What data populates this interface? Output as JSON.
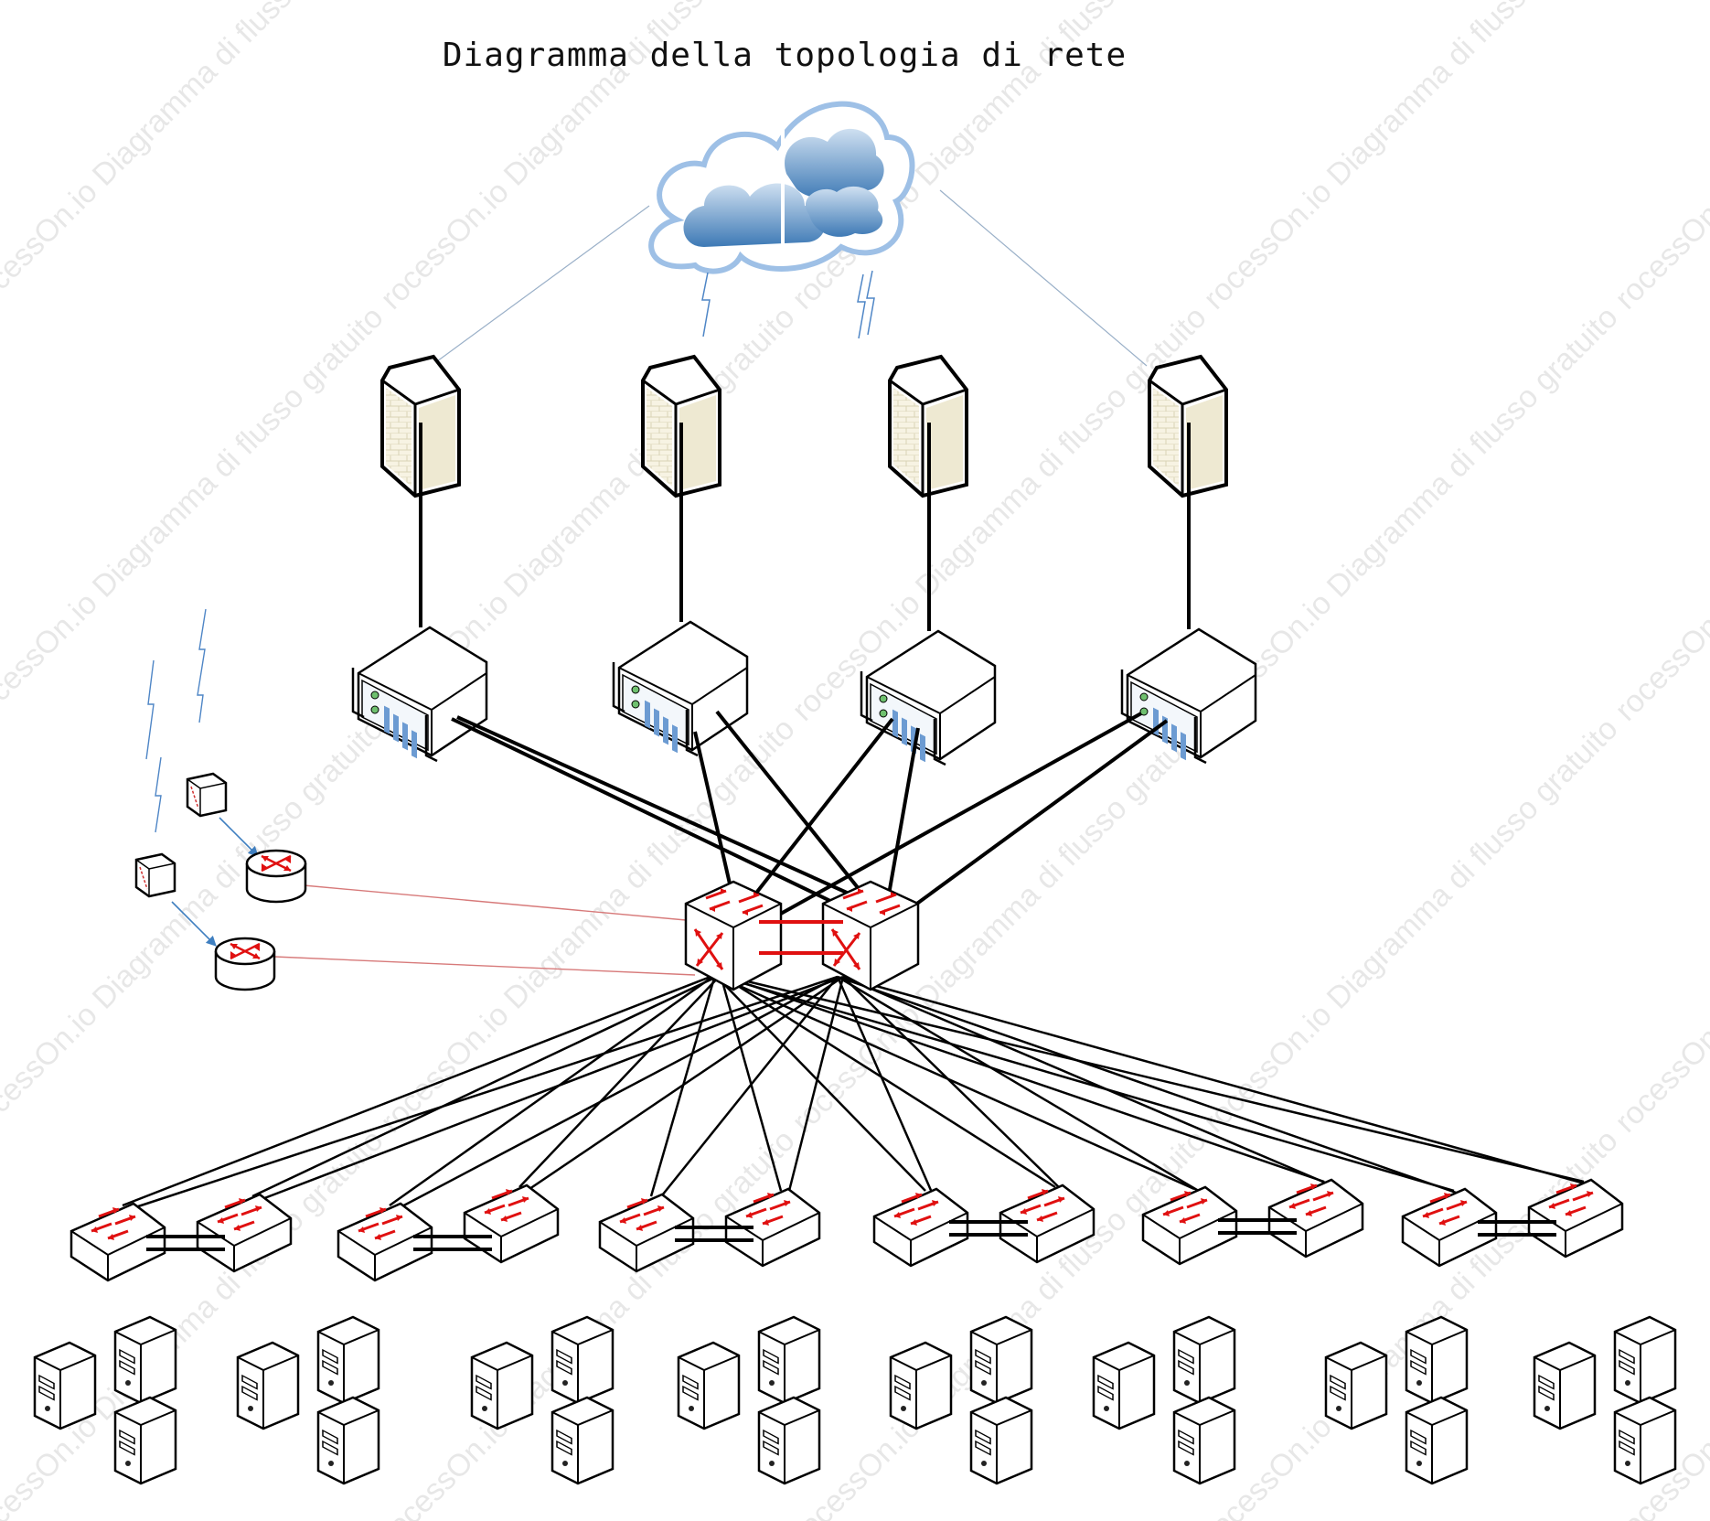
{
  "title": "Diagramma della topologia di rete",
  "watermark": "rocessOn.io Diagramma di flusso gratuito",
  "colors": {
    "cloud": "#5b8fc4",
    "firewall_fill": "#f7f3e3",
    "uplink_line": "#000000",
    "router_link": "#d77a7a",
    "arrow_red": "#e01010"
  },
  "icons": [
    "cloud-icon",
    "firewall-icon",
    "server-icon",
    "core-switch-icon",
    "access-switch-icon",
    "router-icon",
    "wireless-ap-icon",
    "pc-icon"
  ],
  "nodes": {
    "cloud": 1,
    "firewalls": 4,
    "servers": 4,
    "core_switches": 2,
    "access_switches": 12,
    "routers": 2,
    "access_points": 2,
    "pc_groups": 8
  }
}
